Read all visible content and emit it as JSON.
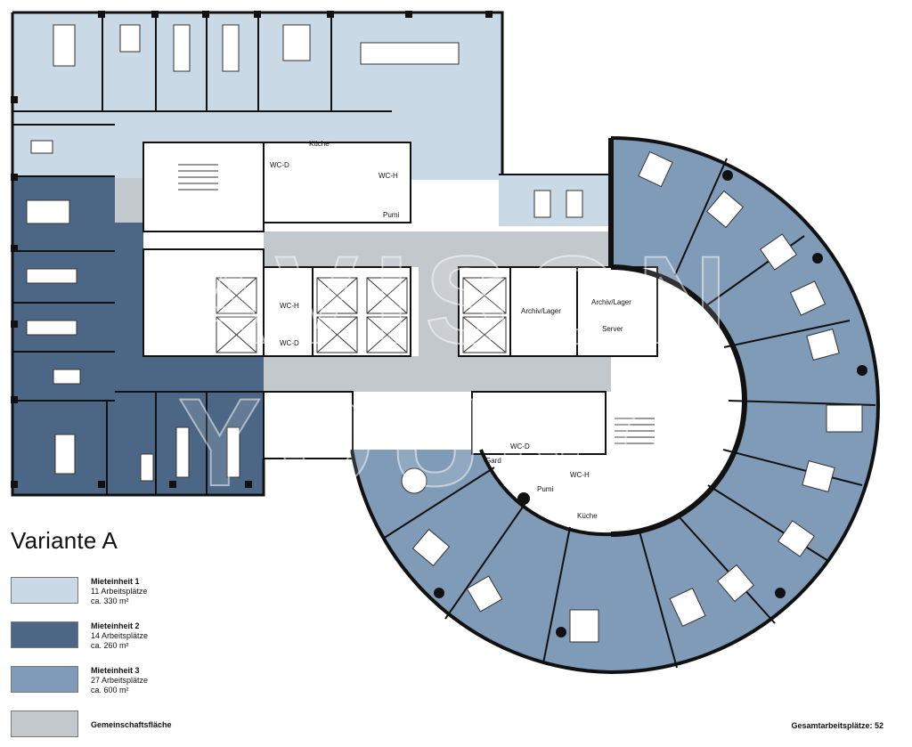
{
  "colors": {
    "unit1": "#c9dae6",
    "unit2": "#4c6685",
    "unit3": "#7f9bb7",
    "common": "#c3c8cc",
    "wall": "#111111"
  },
  "title": "Variante A",
  "rooms": {
    "kueche_top": "Küche",
    "wc_d_top": "WC-D",
    "wc_h_top": "WC-H",
    "pumi_top": "Pumi",
    "wc_h_mid": "WC-H",
    "wc_d_mid": "WC-D",
    "archiv1": "Archiv/Lager",
    "archiv2": "Archiv/Lager",
    "server": "Server",
    "wc_d_low": "WC-D",
    "gard": "Gard",
    "wc_h_low": "WC-H",
    "pumi_low": "Pumi",
    "kueche_low": "Küche"
  },
  "watermark": [
    "AVISON",
    "YOUNG"
  ],
  "legend": [
    {
      "name": "Mieteinheit 1",
      "line1": "11 Arbeitsplätze",
      "line2": "ca. 330 m²"
    },
    {
      "name": "Mieteinheit 2",
      "line1": "14 Arbeitsplätze",
      "line2": "ca. 260 m²"
    },
    {
      "name": "Mieteinheit 3",
      "line1": "27 Arbeitsplätze",
      "line2": "ca. 600 m²"
    },
    {
      "name": "Gemeinschaftsfläche",
      "line1": "",
      "line2": ""
    }
  ],
  "total": "Gesamtarbeitsplätze: 52"
}
